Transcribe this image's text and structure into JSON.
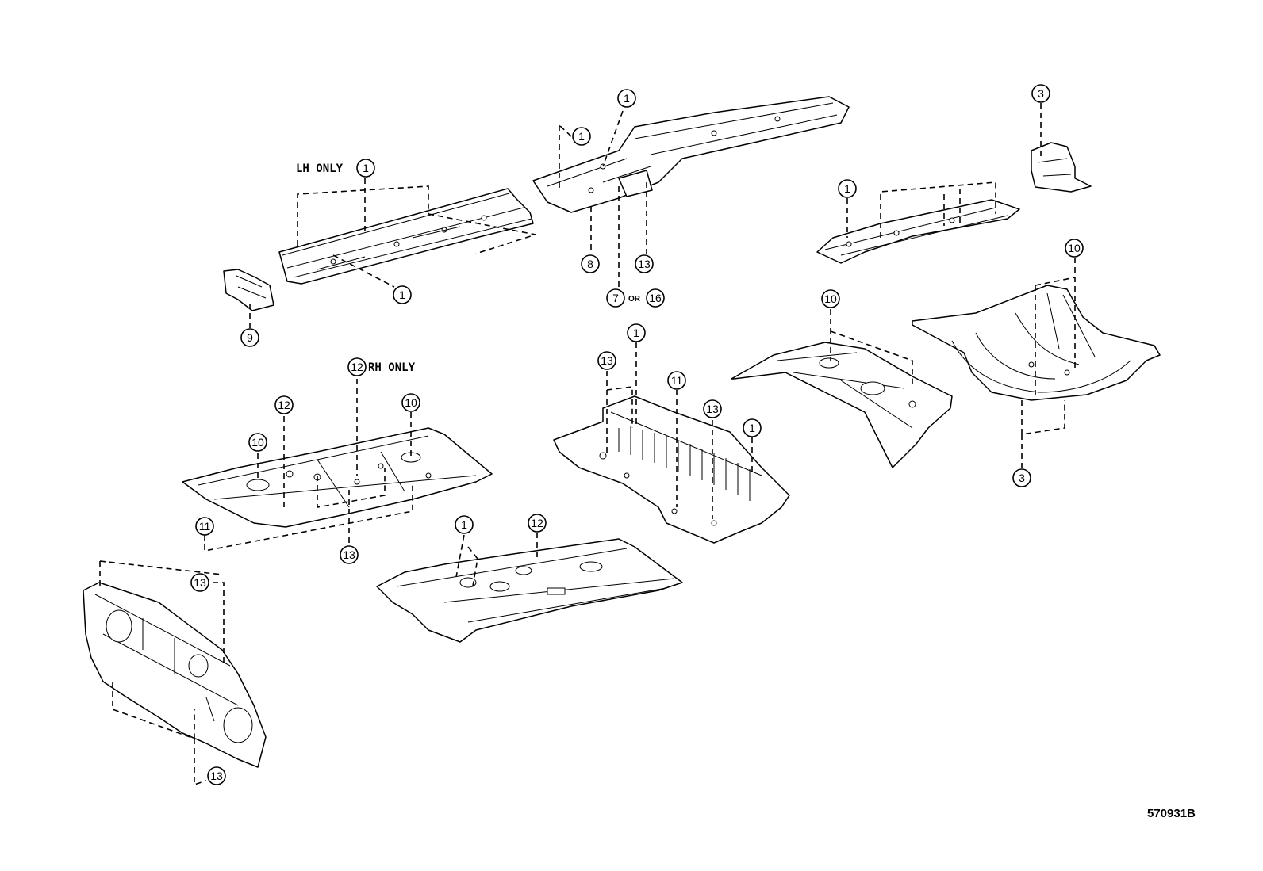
{
  "notes": {
    "lh_only": "LH ONLY",
    "rh_only": "RH ONLY",
    "or": "OR"
  },
  "drawing_ref": "570931B",
  "callouts": {
    "c1a": "1",
    "c1b": "1",
    "c1c": "1",
    "c1d": "1",
    "c1e": "1",
    "c1f": "1",
    "c1g": "1",
    "c1h": "1",
    "c3a": "3",
    "c3b": "3",
    "c7": "7",
    "c8": "8",
    "c9": "9",
    "c10a": "10",
    "c10b": "10",
    "c10c": "10",
    "c10d": "10",
    "c11a": "11",
    "c11b": "11",
    "c12a": "12",
    "c12b": "12",
    "c12c": "12",
    "c13a": "13",
    "c13b": "13",
    "c13c": "13",
    "c13d": "13",
    "c13e": "13",
    "c13f": "13",
    "c16": "16"
  }
}
